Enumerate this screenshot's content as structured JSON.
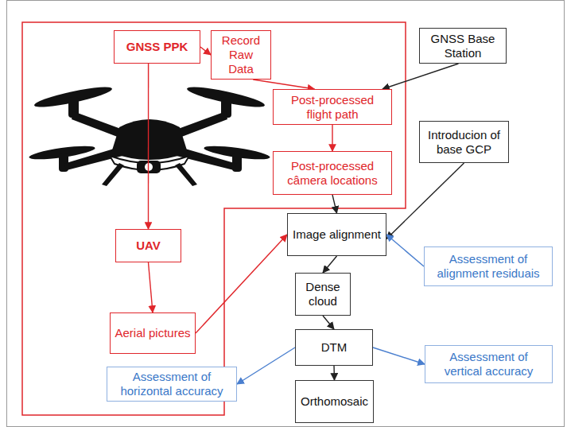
{
  "diagram": {
    "nodes": [
      {
        "text": [
          "GNSS PPK"
        ]
      },
      {
        "text": [
          "Record Raw Data"
        ]
      },
      {
        "text": [
          "GNSS Base Station"
        ]
      },
      {
        "text": [
          "Post-processed flight path"
        ]
      },
      {
        "text": [
          "Post-processed câmera locations"
        ]
      },
      {
        "text": [
          "Introducion of base GCP"
        ]
      },
      {
        "text": [
          "UAV"
        ]
      },
      {
        "text": [
          "Aerial pictures"
        ]
      },
      {
        "text": [
          "Image alignment"
        ]
      },
      {
        "text": [
          "Assessment of alignment residuais"
        ]
      },
      {
        "text": [
          "Dense cloud"
        ]
      },
      {
        "text": [
          "DTM"
        ]
      },
      {
        "text": [
          "Assessment of horizontal accuracy"
        ]
      },
      {
        "text": [
          "Assessment of vertical accuracy"
        ]
      },
      {
        "text": [
          "Orthomosaic"
        ]
      }
    ],
    "edges": [
      {
        "from": 0,
        "to": 1,
        "arrow": "to"
      },
      {
        "from": 0,
        "to": 6,
        "arrow": "to"
      },
      {
        "from": 1,
        "to": 3,
        "arrow": "to"
      },
      {
        "from": 2,
        "to": 3,
        "arrow": "to"
      },
      {
        "from": 3,
        "to": 4,
        "arrow": "to"
      },
      {
        "from": 4,
        "to": 8,
        "arrow": "to"
      },
      {
        "from": 5,
        "to": 8,
        "arrow": "to"
      },
      {
        "from": 6,
        "to": 7,
        "arrow": "to"
      },
      {
        "from": 7,
        "to": 8,
        "arrow": "to"
      },
      {
        "from": 9,
        "to": 8,
        "arrow": "to"
      },
      {
        "from": 8,
        "to": 10,
        "arrow": "to"
      },
      {
        "from": 10,
        "to": 11,
        "arrow": "to"
      },
      {
        "from": 11,
        "to": 12,
        "arrow": "to"
      },
      {
        "from": 11,
        "to": 13,
        "arrow": "to"
      },
      {
        "from": 11,
        "to": 14,
        "arrow": "to"
      }
    ]
  }
}
